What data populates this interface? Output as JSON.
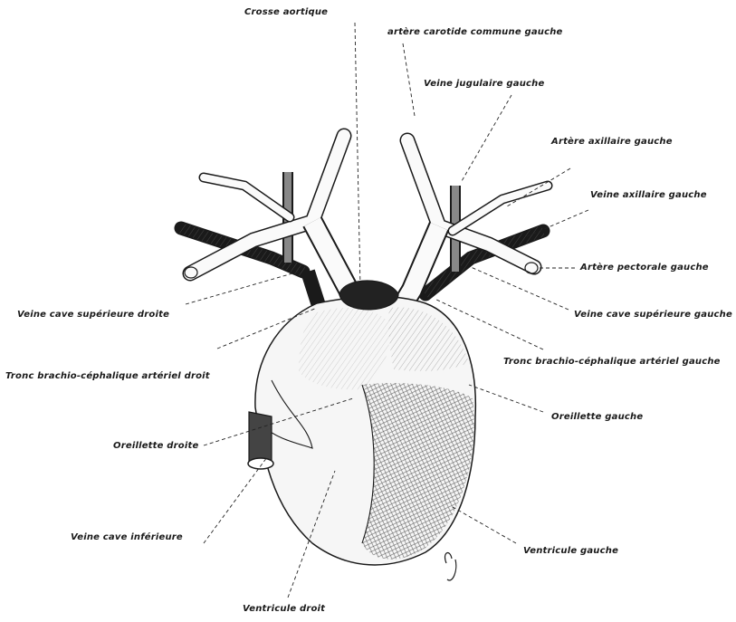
{
  "labels": {
    "crosse_aortique": "Crosse aortique",
    "artere_carotide": "artère carotide commune gauche",
    "veine_jugulaire": "Veine jugulaire gauche",
    "artere_axillaire": "Artère axillaire gauche",
    "veine_axillaire": "Veine axillaire gauche",
    "artere_pectorale": "Artère pectorale gauche",
    "veine_cave_sup_droite": "Veine cave supérieure droite",
    "veine_cave_sup_gauche": "Veine cave supérieure gauche",
    "tronc_droit": "Tronc brachio-céphalique artériel droit",
    "tronc_gauche": "Tronc brachio-céphalique artériel gauche",
    "oreillette_gauche": "Oreillette gauche",
    "oreillette_droite": "Oreillette droite",
    "veine_cave_inf": "Veine cave inférieure",
    "ventricule_gauche": "Ventricule gauche",
    "ventricule_droit": "Ventricule droit"
  },
  "signature": "CJ",
  "colors": {
    "ink": "#1a1a1a",
    "background": "#ffffff",
    "fill": "#f4f4f4"
  }
}
